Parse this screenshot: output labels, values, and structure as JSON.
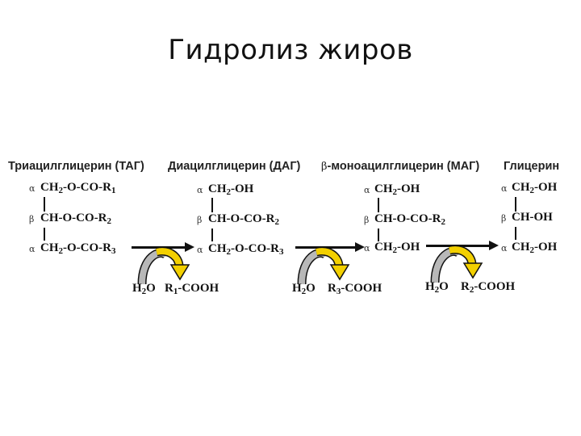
{
  "title": "Гидролиз жиров",
  "headers": {
    "tag": "Триацилглицерин (ТАГ)",
    "dag": "Диацилглицерин (ДАГ)",
    "mag_prefix": "β",
    "mag": "-моноацилглицерин (МАГ)",
    "glycerol": "Глицерин"
  },
  "labels": {
    "alpha": "α",
    "beta": "β"
  },
  "tag": {
    "c1": {
      "a": "CH",
      "s1": "2",
      "b": "-O-CO-R",
      "s2": "1"
    },
    "c2": {
      "a": "CH-O-CO-R",
      "s1": "2"
    },
    "c3": {
      "a": "CH",
      "s1": "2",
      "b": "-O-CO-R",
      "s2": "3"
    }
  },
  "dag": {
    "c1": {
      "a": "CH",
      "s1": "2",
      "b": "-OH"
    },
    "c2": {
      "a": "CH-O-CO-R",
      "s1": "2"
    },
    "c3": {
      "a": "CH",
      "s1": "2",
      "b": "-O-CO-R",
      "s2": "3"
    }
  },
  "mag": {
    "c1": {
      "a": "CH",
      "s1": "2",
      "b": "-OH"
    },
    "c2": {
      "a": "CH-O-CO-R",
      "s1": "2"
    },
    "c3": {
      "a": "CH",
      "s1": "2",
      "b": "-OH"
    }
  },
  "glycerol": {
    "c1": {
      "a": "CH",
      "s1": "2",
      "b": "-OH"
    },
    "c2": {
      "a": "CH-OH"
    },
    "c3": {
      "a": "CH",
      "s1": "2",
      "b": "-OH"
    }
  },
  "reagents": {
    "step1": {
      "water": "H",
      "water_sub": "2",
      "water_end": "O",
      "acid": "R",
      "acid_sub": "1",
      "acid_end": "-COOH"
    },
    "step2": {
      "water": "H",
      "water_sub": "2",
      "water_end": "O",
      "acid": "R",
      "acid_sub": "3",
      "acid_end": "-COOH"
    },
    "step3": {
      "water": "H",
      "water_sub": "2",
      "water_end": "O",
      "acid": "R",
      "acid_sub": "2",
      "acid_end": "-COOH"
    }
  },
  "colors": {
    "water_arrow": "#b8b8b8",
    "acid_arrow": "#f3d000",
    "stroke": "#111111"
  }
}
